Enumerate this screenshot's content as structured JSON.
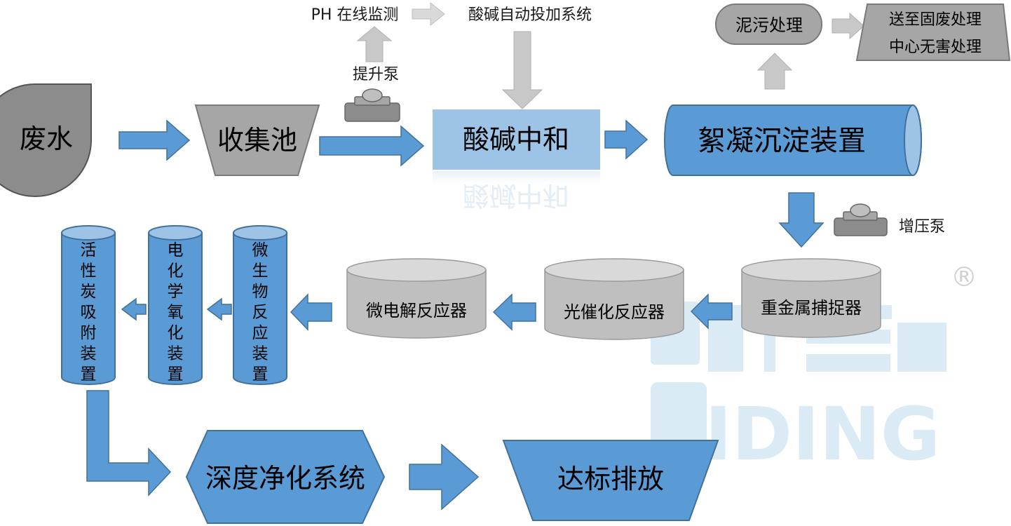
{
  "colors": {
    "blue": "#5b9bd5",
    "blue_dark": "#41719c",
    "light_blue": "#9dc3e6",
    "gray_dark": "#8c8c8c",
    "gray_light": "#d0d0d0",
    "gray_arrow": "#c8c8c8",
    "watermark": "#d6e9f5"
  },
  "nodes": {
    "wastewater": "废水",
    "collection_tank": "收集池",
    "lift_pump": "提升泵",
    "ph_monitor": "PH 在线监测",
    "acid_base_dosing": "酸碱自动投加系统",
    "neutralization": "酸碱中和",
    "neutralization_reflection": "酸碱中和",
    "flocculation": "絮凝沉淀装置",
    "sludge_treatment": "泥污处理",
    "solid_waste_line1": "送至固废处理",
    "solid_waste_line2": "中心无害处理",
    "booster_pump": "增压泵",
    "heavy_metal_catcher": "重金属捕捉器",
    "photocatalytic_reactor": "光催化反应器",
    "micro_electrolysis_reactor": "微电解反应器",
    "microbial_reactor": "微生物反应装置",
    "electrochemical_oxidation": "电化学氧化装置",
    "activated_carbon_adsorption": "活性炭吸附装置",
    "deep_purification": "深度净化系统",
    "discharge": "达标排放"
  },
  "watermark": {
    "brand_cn": "丽鼎",
    "brand_en": "LIDING",
    "registered_mark": "®"
  }
}
